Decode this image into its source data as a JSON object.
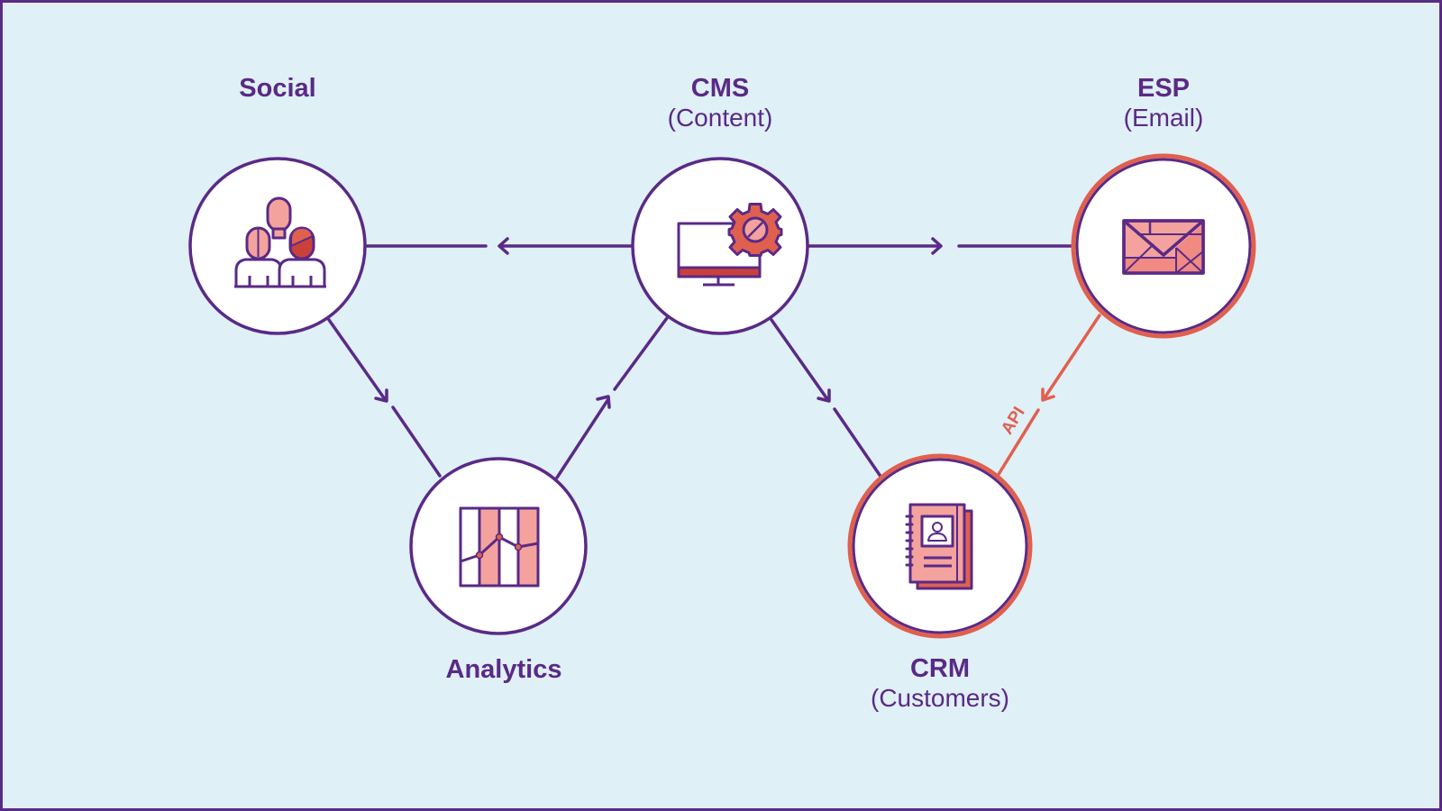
{
  "colors": {
    "background": "#dff0f7",
    "primary": "#5a2a86",
    "accent": "#e0604f",
    "fill_light": "#f4a29d",
    "fill_dark": "#c9413a"
  },
  "nodes": [
    {
      "id": "social",
      "title": "Social",
      "subtitle": "",
      "icon": "people-group-icon"
    },
    {
      "id": "cms",
      "title": "CMS",
      "subtitle": "(Content)",
      "icon": "monitor-gear-icon"
    },
    {
      "id": "esp",
      "title": "ESP",
      "subtitle": "(Email)",
      "icon": "envelope-icon"
    },
    {
      "id": "analytics",
      "title": "Analytics",
      "subtitle": "",
      "icon": "line-chart-icon"
    },
    {
      "id": "crm",
      "title": "CRM",
      "subtitle": "(Customers)",
      "icon": "contact-book-icon"
    }
  ],
  "edges": [
    {
      "from": "cms",
      "to": "social",
      "style": "primary"
    },
    {
      "from": "cms",
      "to": "esp",
      "style": "primary"
    },
    {
      "from": "social",
      "to": "analytics",
      "style": "primary"
    },
    {
      "from": "analytics",
      "to": "cms",
      "style": "primary"
    },
    {
      "from": "cms",
      "to": "crm",
      "style": "primary"
    },
    {
      "from": "esp",
      "to": "crm",
      "style": "accent",
      "label": "API"
    }
  ]
}
